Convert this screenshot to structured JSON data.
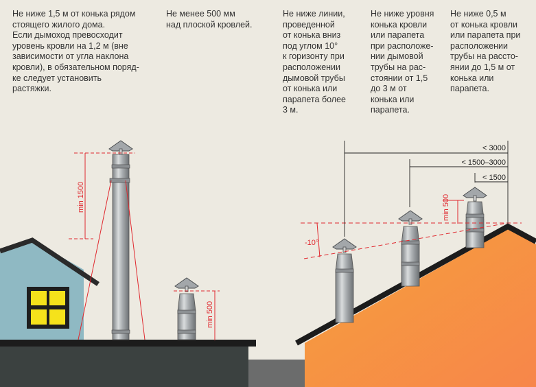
{
  "captions": [
    {
      "lines": [
        "Не ниже 1,5 м от конька рядом",
        "стоящего жилого дома.",
        "Если дымоход превосходит",
        "уровень кровли на 1,2 м (вне",
        "зависимости от угла наклона",
        "кровли), в обязательном поряд-",
        "ке следует установить",
        "растяжки."
      ]
    },
    {
      "lines": [
        "Не менее 500 мм",
        "над плоской кровлей."
      ]
    },
    {
      "lines": [
        "Не ниже линии,",
        "проведенной",
        "от конька вниз",
        "под углом 10°",
        "к горизонту при",
        "расположении",
        "дымовой трубы",
        "от конька или",
        "парапета более",
        "3 м."
      ]
    },
    {
      "lines": [
        "Не ниже уровня",
        "конька кровли",
        "или парапета",
        "при расположе-",
        "нии дымовой",
        "трубы на рас-",
        "стоянии от 1,5",
        "до 3 м от",
        "конька или",
        "парапета."
      ]
    },
    {
      "lines": [
        "Не ниже 0,5 м",
        "от конька кровли",
        "или парапета при",
        "расположении",
        "трубы на рассто-",
        "янии до 1,5 м от",
        "конька или",
        "парапета."
      ]
    }
  ],
  "dimensions": {
    "min_1500": "min 1500",
    "min_500_flat": "min 500",
    "min_500_roof": "min 500",
    "angle": "-10°",
    "d_3000": "< 3000",
    "d_1500_3000": "< 1500–3000",
    "d_1500": "< 1500"
  },
  "colors": {
    "background": "#edeae1",
    "dimension_red": "#e0282e",
    "roof_orange": "#f6923c",
    "house_blue": "#8fb9c3"
  }
}
